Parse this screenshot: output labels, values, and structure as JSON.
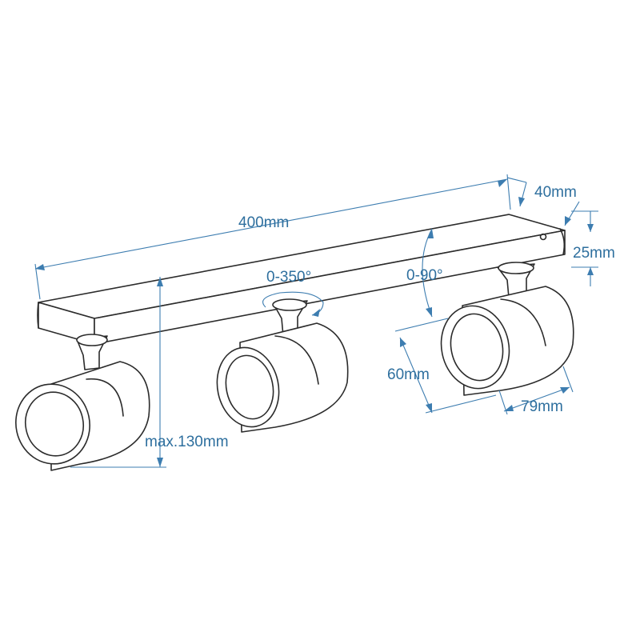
{
  "dimensions": {
    "length": "400mm",
    "width": "40mm",
    "bar_height": "25mm",
    "rotation": "0-350°",
    "tilt": "0-90°",
    "head_length": "60mm",
    "head_diameter": "79mm",
    "max_height": "max.130mm"
  },
  "colors": {
    "dimension_color": "#2e6f9e",
    "outline_color": "#2b2b2b"
  }
}
